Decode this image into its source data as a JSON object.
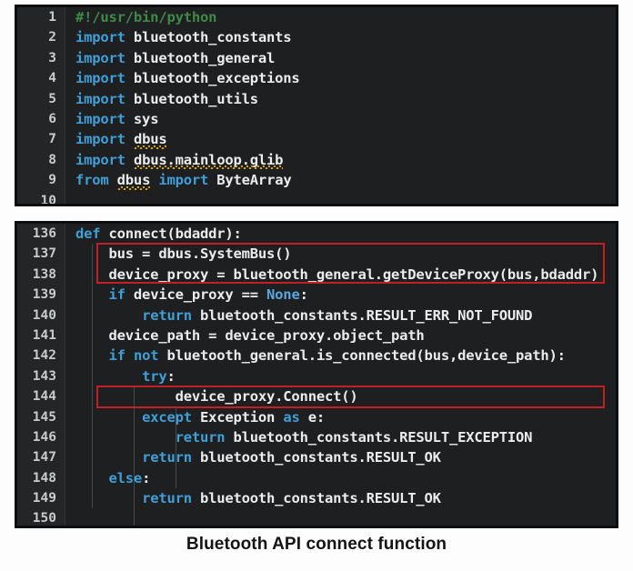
{
  "figure": {
    "caption": "Bluetooth API connect function",
    "colors": {
      "editor_background": "#1d1f21",
      "gutter_background": "#232527",
      "frame_border": "#0c0d0e",
      "highlight_box": "#c32026",
      "keyword": "#3f9fd6",
      "comment": "#3f8a47",
      "text": "#e8e8e8",
      "line_number": "#c9cccd",
      "spellcheck_squiggle": "#d8a32a",
      "page_background": "#ffffff"
    }
  },
  "blocks": [
    {
      "name": "imports-block",
      "first_line_number": 1,
      "lines": [
        {
          "n": "1",
          "text": "#!/usr/bin/python"
        },
        {
          "n": "2",
          "text": "import bluetooth_constants"
        },
        {
          "n": "3",
          "text": "import bluetooth_general"
        },
        {
          "n": "4",
          "text": "import bluetooth_exceptions"
        },
        {
          "n": "5",
          "text": "import bluetooth_utils"
        },
        {
          "n": "6",
          "text": "import sys"
        },
        {
          "n": "7",
          "text": "import dbus"
        },
        {
          "n": "8",
          "text": "import dbus.mainloop.glib"
        },
        {
          "n": "9",
          "text": "from dbus import ByteArray"
        },
        {
          "n": "10",
          "text": ""
        }
      ]
    },
    {
      "name": "connect-function-block",
      "first_line_number": 136,
      "lines": [
        {
          "n": "136",
          "text": "def connect(bdaddr):"
        },
        {
          "n": "137",
          "text": "    bus = dbus.SystemBus()"
        },
        {
          "n": "138",
          "text": "    device_proxy = bluetooth_general.getDeviceProxy(bus,bdaddr)"
        },
        {
          "n": "139",
          "text": "    if device_proxy == None:"
        },
        {
          "n": "140",
          "text": "        return bluetooth_constants.RESULT_ERR_NOT_FOUND"
        },
        {
          "n": "141",
          "text": "    device_path = device_proxy.object_path"
        },
        {
          "n": "142",
          "text": "    if not bluetooth_general.is_connected(bus,device_path):"
        },
        {
          "n": "143",
          "text": "        try:"
        },
        {
          "n": "144",
          "text": "            device_proxy.Connect()"
        },
        {
          "n": "145",
          "text": "        except Exception as e:"
        },
        {
          "n": "146",
          "text": "            return bluetooth_constants.RESULT_EXCEPTION"
        },
        {
          "n": "147",
          "text": "        return bluetooth_constants.RESULT_OK"
        },
        {
          "n": "148",
          "text": "    else:"
        },
        {
          "n": "149",
          "text": "        return bluetooth_constants.RESULT_OK"
        },
        {
          "n": "150",
          "text": ""
        }
      ]
    }
  ],
  "highlights": [
    {
      "name": "highlight-bus-and-proxy",
      "lines": [
        "137",
        "138"
      ]
    },
    {
      "name": "highlight-connect-call",
      "lines": [
        "144"
      ]
    }
  ]
}
